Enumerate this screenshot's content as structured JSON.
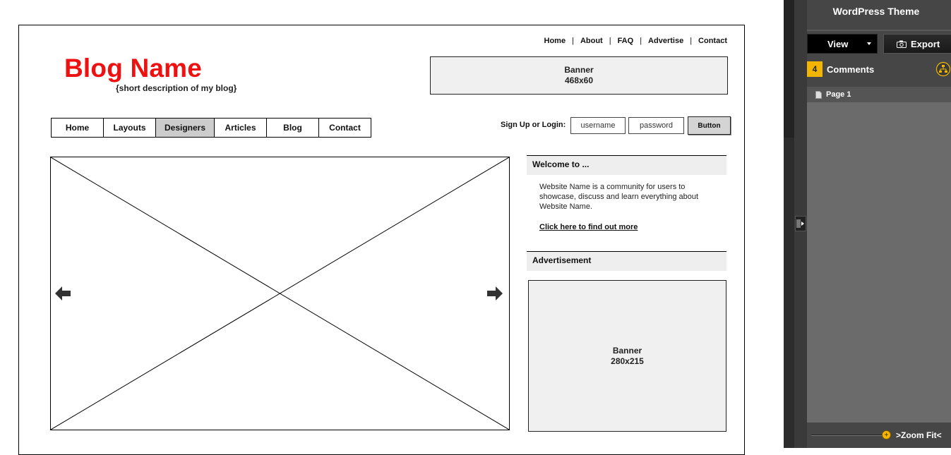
{
  "mockup": {
    "top_nav": [
      "Home",
      "About",
      "FAQ",
      "Advertise",
      "Contact"
    ],
    "top_nav_separator": "|",
    "blog_name": "Blog Name",
    "blog_description": "{short description of my blog}",
    "top_banner": {
      "line1": "Banner",
      "line2": "468x60"
    },
    "main_nav": [
      {
        "label": "Home",
        "active": false
      },
      {
        "label": "Layouts",
        "active": false
      },
      {
        "label": "Designers",
        "active": true
      },
      {
        "label": "Articles",
        "active": false
      },
      {
        "label": "Blog",
        "active": false
      },
      {
        "label": "Contact",
        "active": false
      }
    ],
    "login": {
      "label": "Sign Up or Login:",
      "username_value": "username",
      "password_value": "password",
      "button_label": "Button"
    },
    "welcome": {
      "heading": "Welcome to ...",
      "text": "Website Name is a community for users to showcase, discuss and learn everything about Website Name.",
      "link": "Click here to find out more"
    },
    "advertisement": {
      "heading": "Advertisement",
      "banner_line1": "Banner",
      "banner_line2": "280x215"
    }
  },
  "panel": {
    "title": "WordPress Theme",
    "view_label": "View",
    "export_label": "Export",
    "comments_count": "4",
    "comments_label": "Comments",
    "pages": [
      "Page 1"
    ],
    "zoom_fit_label": ">Zoom Fit<"
  },
  "colors": {
    "blog_name": "#ee1111",
    "active_tab": "#cccccc",
    "comment_badge": "#f2b600",
    "panel_bg": "#464646"
  }
}
